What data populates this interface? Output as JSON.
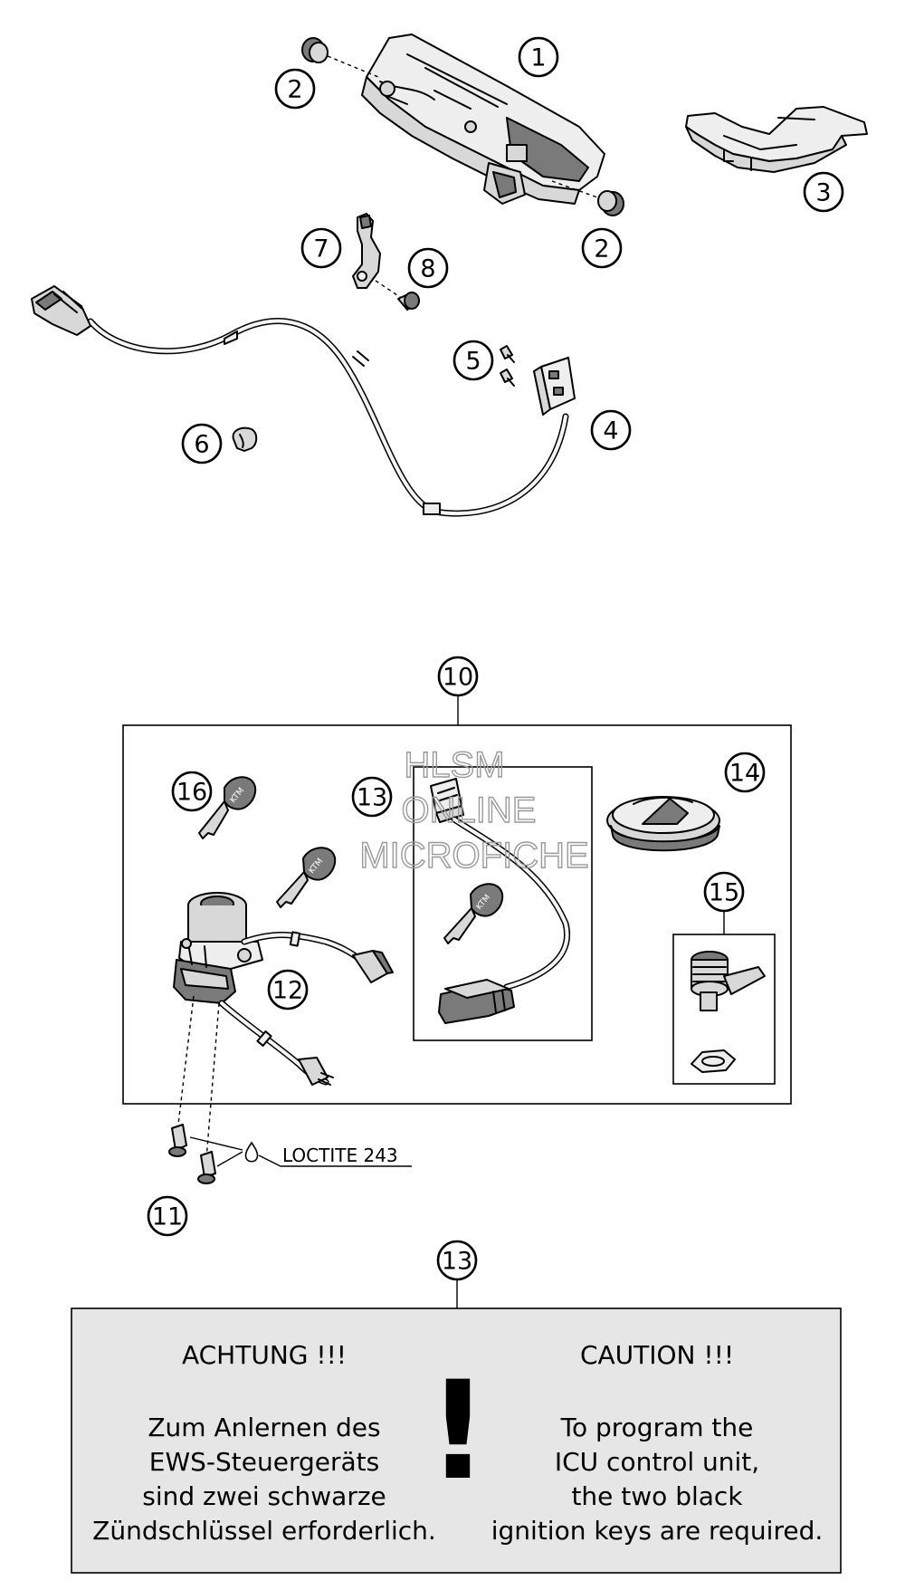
{
  "callouts": {
    "c1": "1",
    "c2a": "2",
    "c2b": "2",
    "c3": "3",
    "c4": "4",
    "c5": "5",
    "c6": "6",
    "c7": "7",
    "c8": "8",
    "c10": "10",
    "c11": "11",
    "c12": "12",
    "c13a": "13",
    "c13b": "13",
    "c14": "14",
    "c15": "15",
    "c16": "16"
  },
  "watermark": {
    "line1": "HLSM",
    "line2": "ONLINE",
    "line3": "MICROFICHE"
  },
  "loctite_label": "LOCTITE 243",
  "key_logo": "KTM",
  "warning": {
    "german_title": "ACHTUNG !!!",
    "german_lines": [
      "Zum Anlernen des",
      "EWS-Steuergeräts",
      "sind zwei schwarze",
      "Zündschlüssel erforderlich."
    ],
    "symbol": "!",
    "english_title": "CAUTION !!!",
    "english_lines": [
      "To program the",
      "ICU control unit,",
      "the two black",
      "ignition keys are required."
    ],
    "background_color": "#e6e6e6"
  }
}
